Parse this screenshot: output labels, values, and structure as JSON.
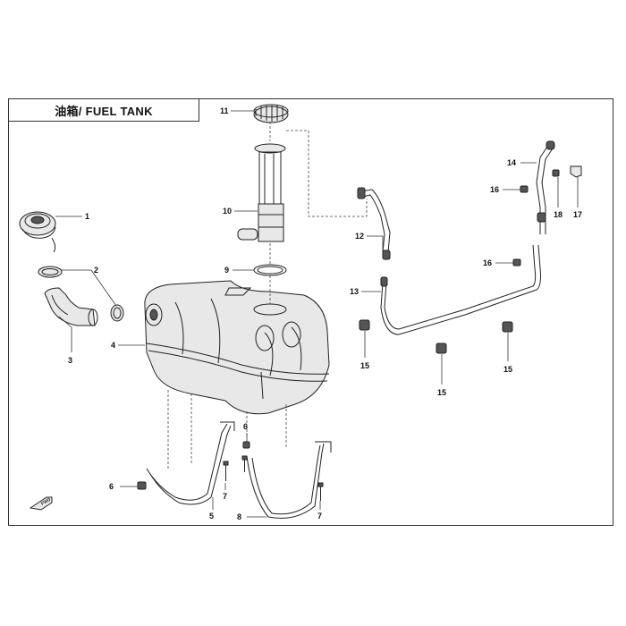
{
  "title": "油箱/ FUEL TANK",
  "callouts": [
    "1",
    "2",
    "3",
    "4",
    "5",
    "6",
    "7",
    "8",
    "9",
    "10",
    "11",
    "12",
    "13",
    "14",
    "15",
    "16",
    "17",
    "18"
  ],
  "direction_badge": "FWD"
}
